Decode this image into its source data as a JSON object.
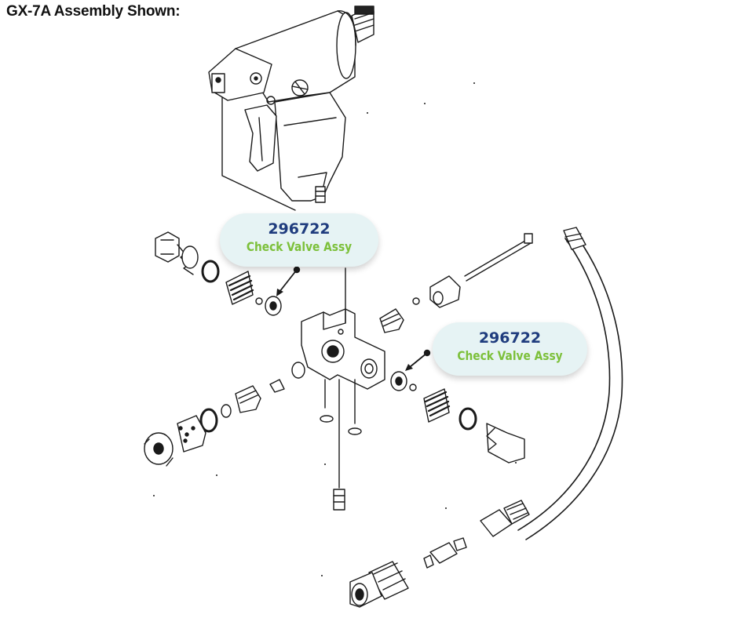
{
  "header": {
    "title": "GX-7A Assembly Shown:"
  },
  "callouts": [
    {
      "part_number": "296722",
      "description": "Check Valve Assy"
    },
    {
      "part_number": "296722",
      "description": "Check Valve Assy"
    }
  ],
  "colors": {
    "part_number": "#1f3c7e",
    "description": "#7cc03a",
    "callout_bg": "#e6f3f4",
    "line_art": "#1a1a1a"
  },
  "icons": [
    "spray-gun-body",
    "check-valve",
    "mixing-chamber",
    "fluid-hose",
    "quick-coupler",
    "air-cap",
    "swivel-fitting"
  ]
}
